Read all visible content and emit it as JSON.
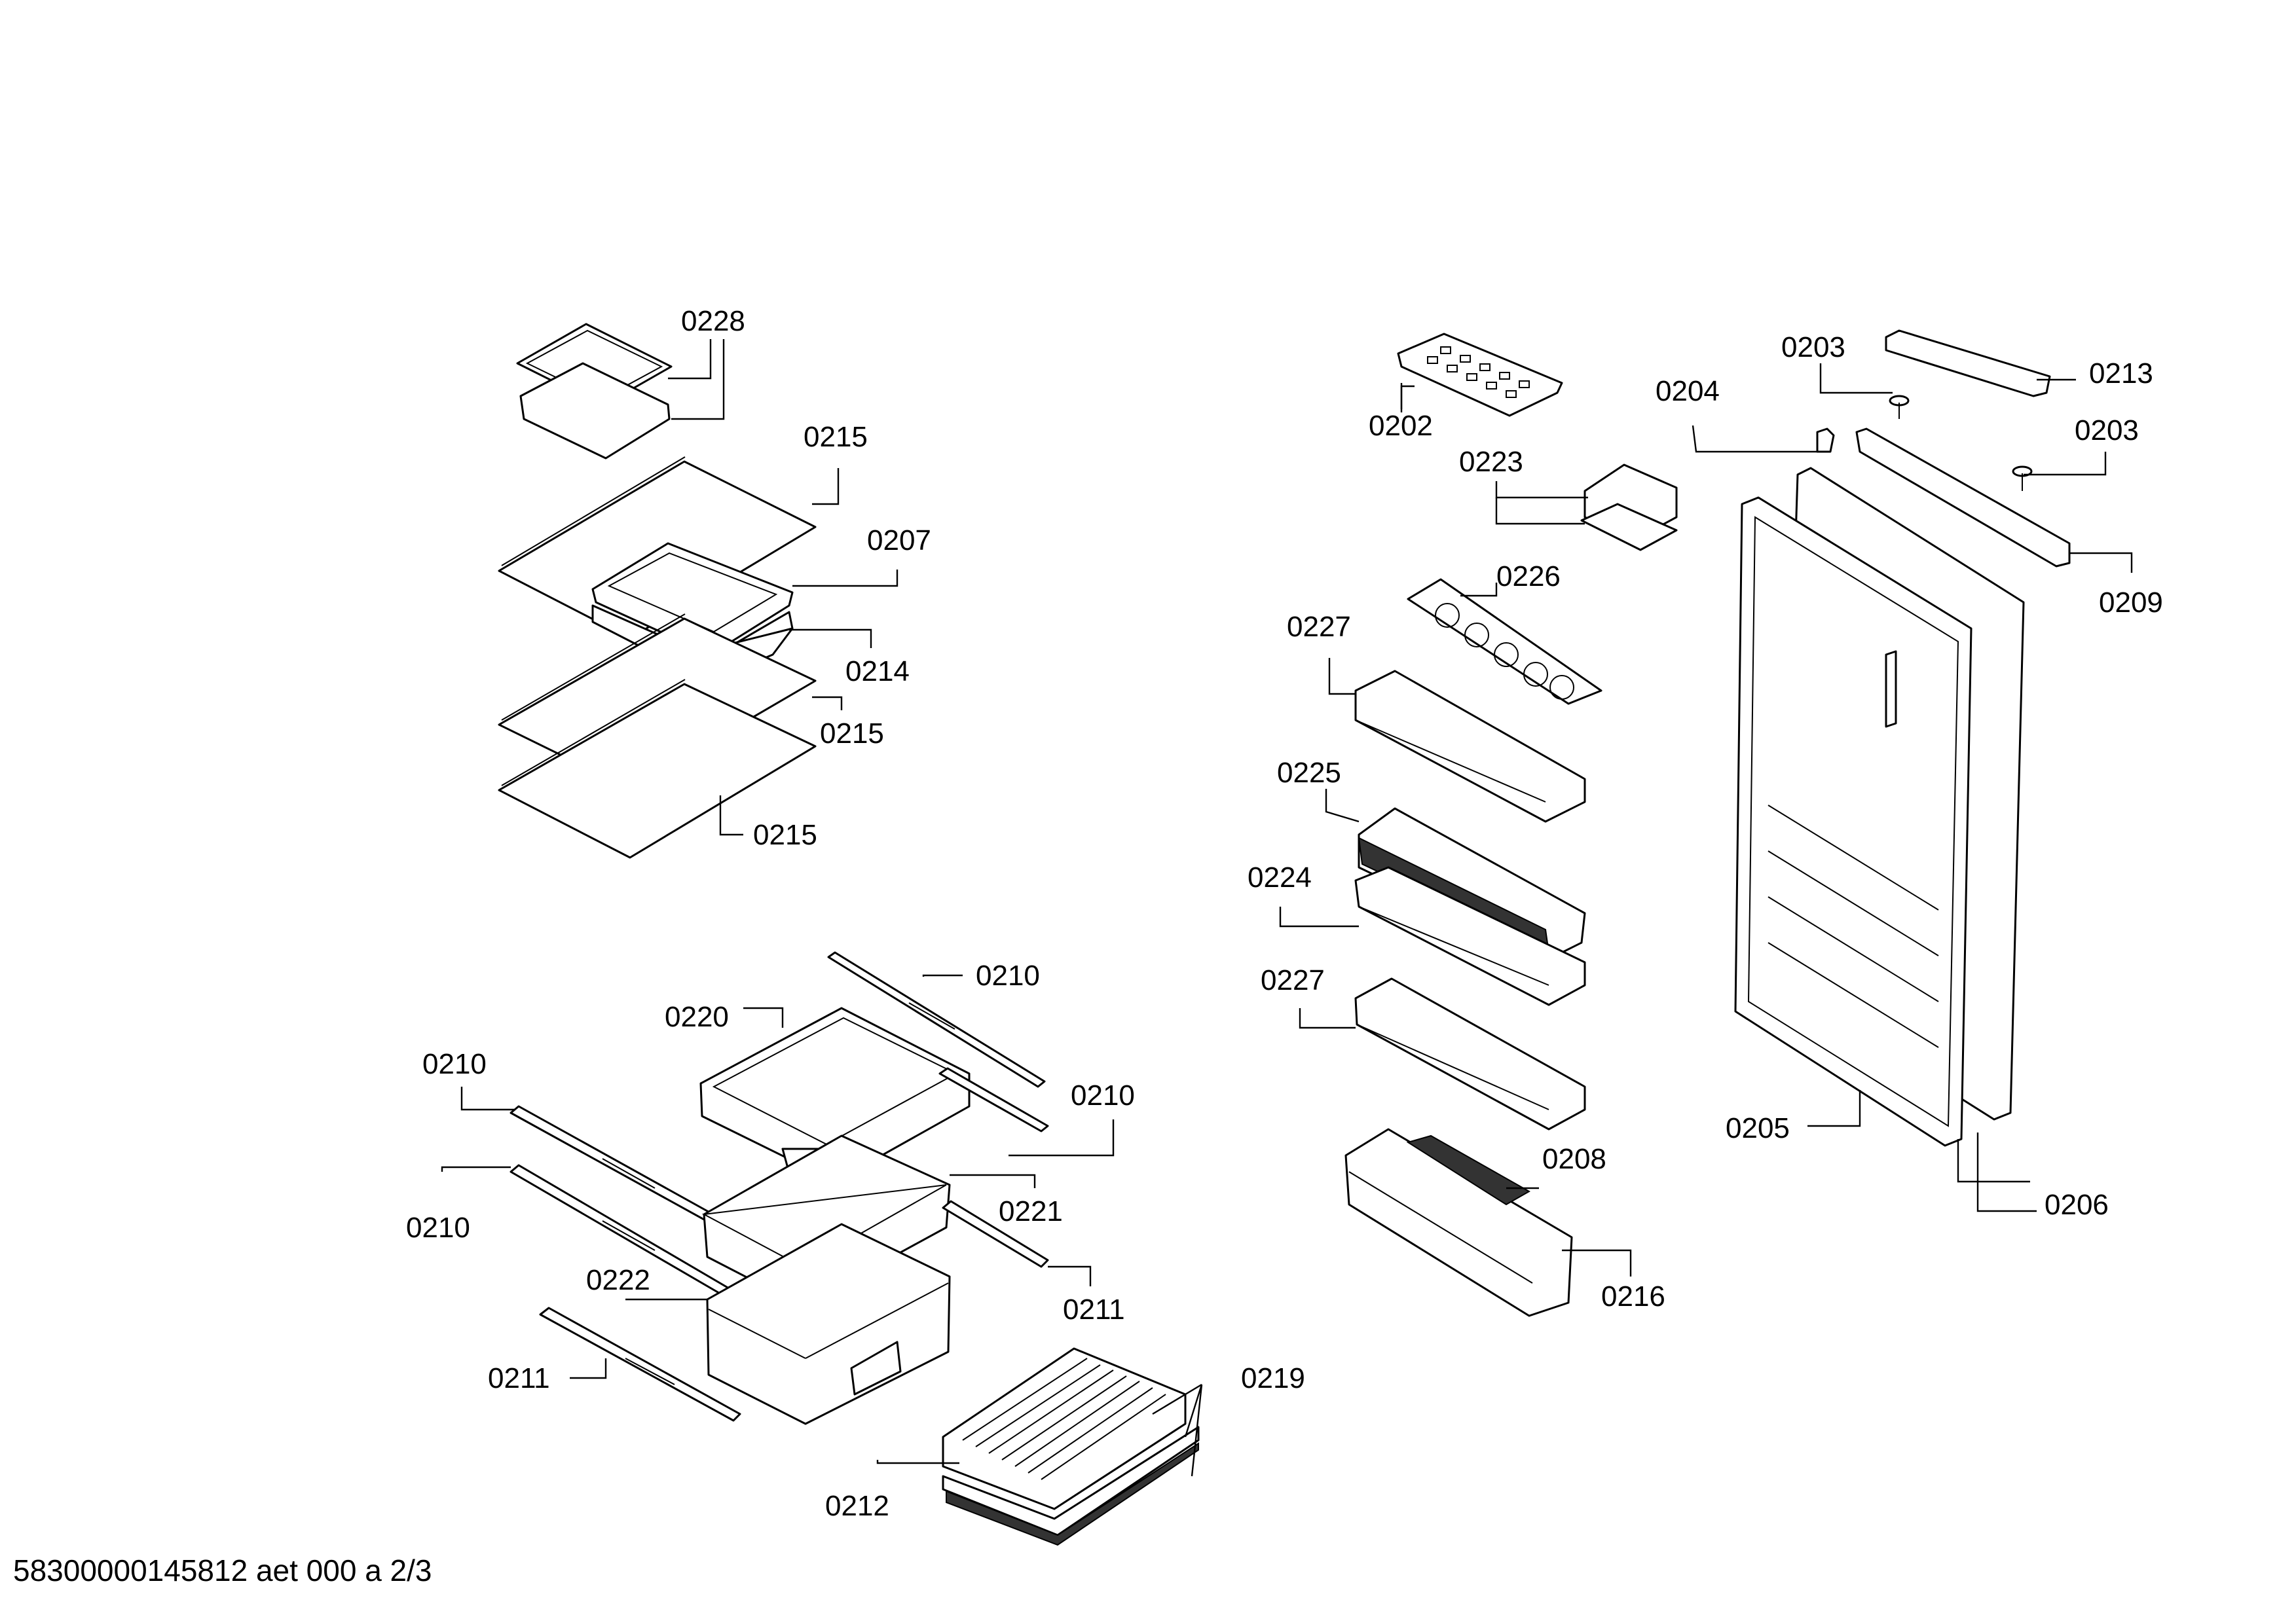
{
  "labels": {
    "p0228": "0228",
    "p0215a": "0215",
    "p0207": "0207",
    "p0214": "0214",
    "p0215b": "0215",
    "p0215c": "0215",
    "p0202": "0202",
    "p0223": "0223",
    "p0226": "0226",
    "p0227a": "0227",
    "p0225": "0225",
    "p0224": "0224",
    "p0227b": "0227",
    "p0208": "0208",
    "p0216": "0216",
    "p0203a": "0203",
    "p0213": "0213",
    "p0204": "0204",
    "p0203b": "0203",
    "p0209": "0209",
    "p0205": "0205",
    "p0206": "0206",
    "p0210a": "0210",
    "p0220": "0220",
    "p0210b": "0210",
    "p0210c": "0210",
    "p0210d": "0210",
    "p0221": "0221",
    "p0222": "0222",
    "p0211a": "0211",
    "p0211b": "0211",
    "p0219": "0219",
    "p0212": "0212"
  },
  "footer": "58300000145812 aet 000 a 2/3"
}
